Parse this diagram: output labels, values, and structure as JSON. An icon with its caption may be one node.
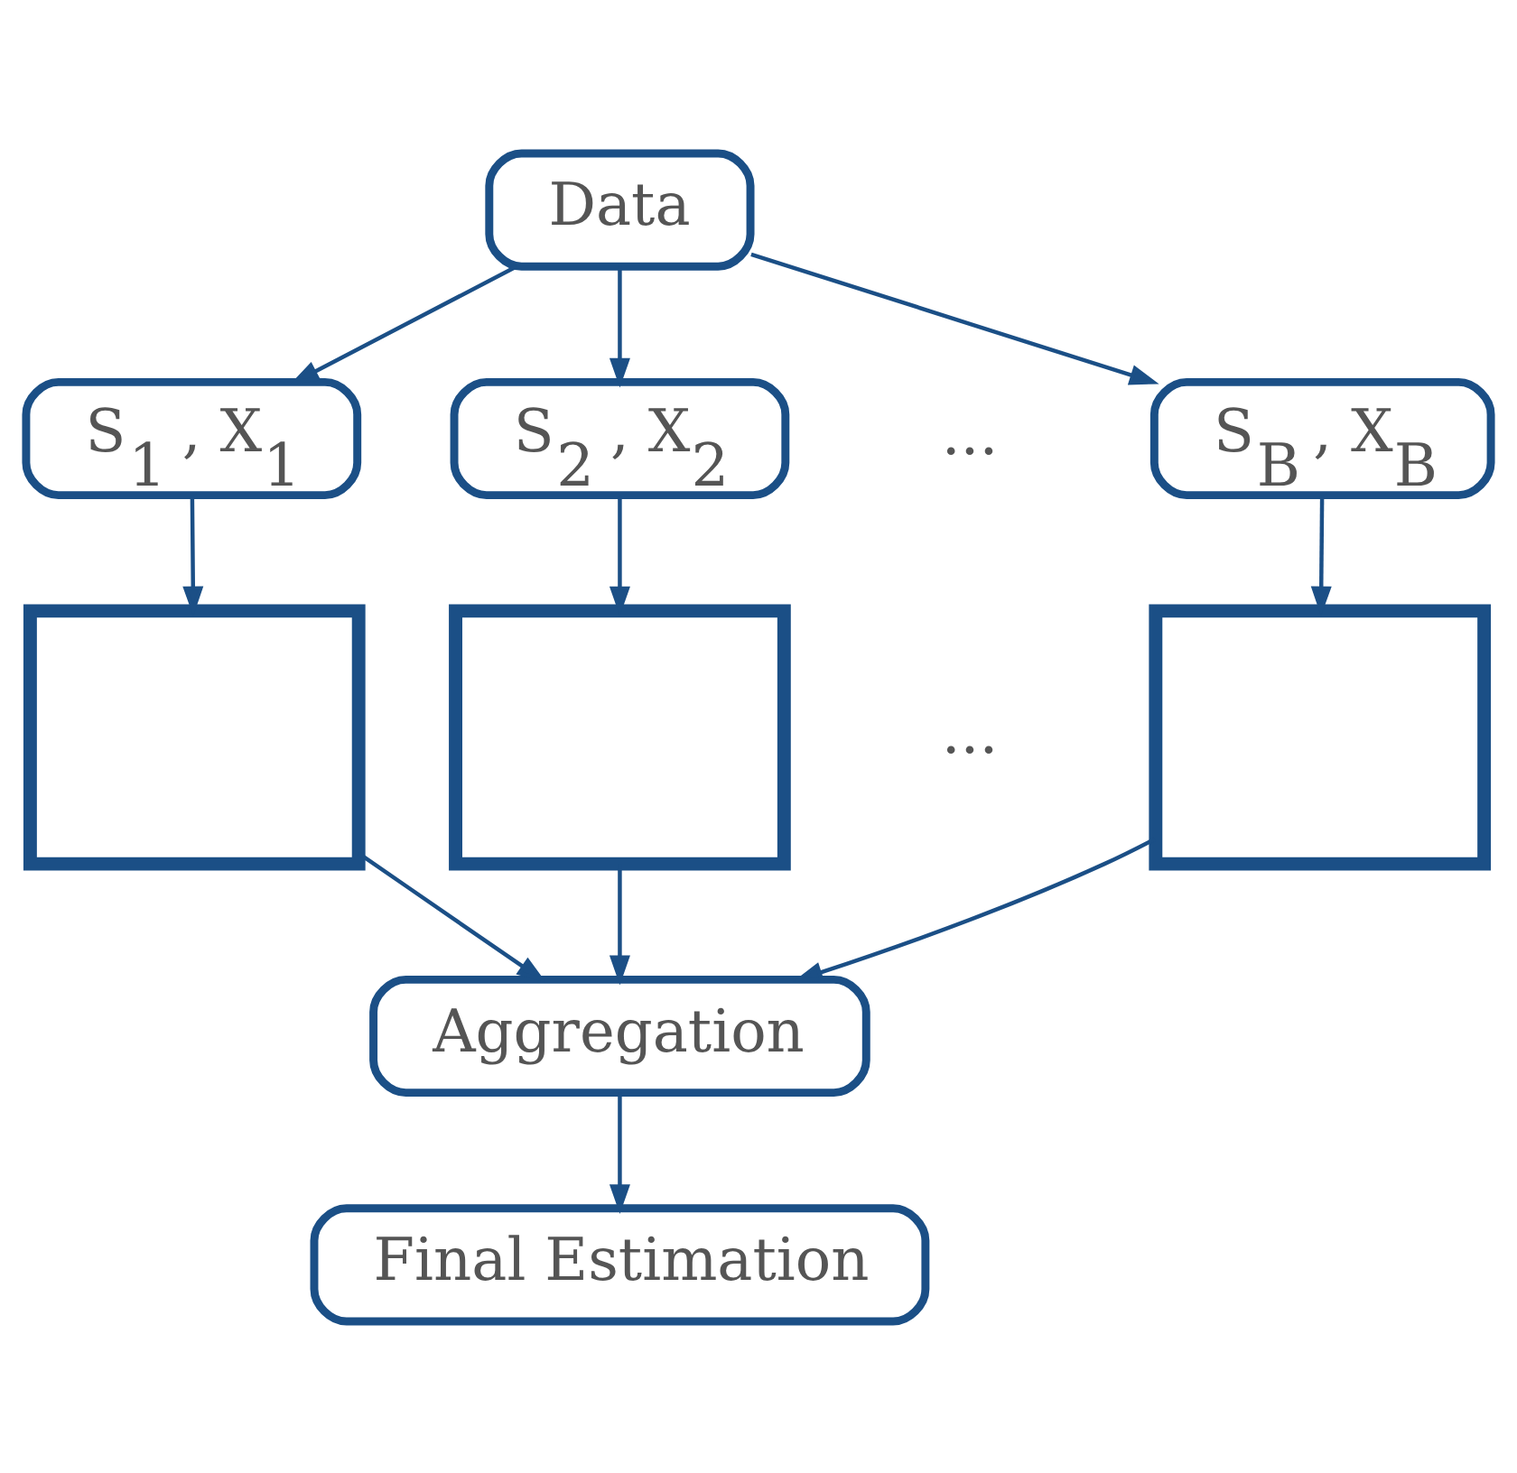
{
  "diagram": {
    "nodes": [
      {
        "text": [
          "Data"
        ]
      },
      {
        "text": [
          "S$_{1}$ , X$_{1}$"
        ]
      },
      {
        "text": [
          "S$_{2}$ , X$_{2}$"
        ]
      },
      {
        "text": [
          "S$_{B}$ , X$_{B}$"
        ]
      },
      {
        "text": [],
        "shape": "box"
      },
      {
        "text": [],
        "shape": "box"
      },
      {
        "text": [],
        "shape": "box"
      },
      {
        "text": [
          "Aggregation"
        ]
      },
      {
        "text": [
          "Final Estimation"
        ]
      }
    ],
    "edges": [
      {
        "from": 0,
        "to": 1,
        "arrow": "to"
      },
      {
        "from": 0,
        "to": 2,
        "arrow": "to"
      },
      {
        "from": 0,
        "to": 3,
        "arrow": "to"
      },
      {
        "from": 1,
        "to": 4,
        "arrow": "to"
      },
      {
        "from": 2,
        "to": 5,
        "arrow": "to"
      },
      {
        "from": 3,
        "to": 6,
        "arrow": "to"
      },
      {
        "from": 4,
        "to": 7,
        "arrow": "to"
      },
      {
        "from": 5,
        "to": 7,
        "arrow": "to"
      },
      {
        "from": 6,
        "to": 7,
        "arrow": "to"
      },
      {
        "from": 7,
        "to": 8,
        "arrow": "to"
      }
    ],
    "labels": [
      "...",
      "..."
    ]
  }
}
